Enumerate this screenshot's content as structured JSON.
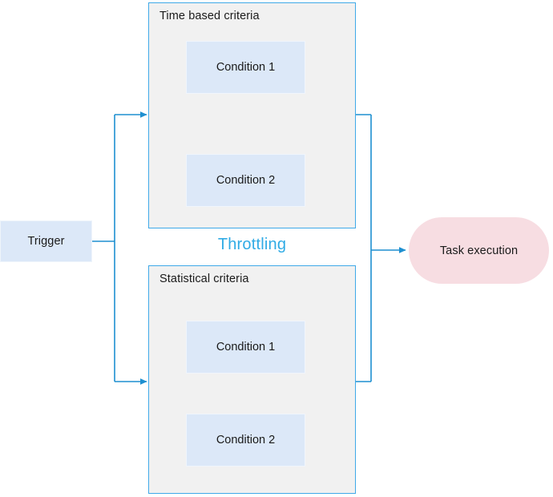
{
  "diagram": {
    "title_label": "Throttling",
    "title_color": "#30abe5",
    "nodes": {
      "trigger": {
        "label": "Trigger",
        "fill": "#dce8f8",
        "shape": "rectangle"
      },
      "task_execution": {
        "label": "Task execution",
        "fill": "#f7dde2",
        "shape": "rounded-pill"
      }
    },
    "groups": [
      {
        "id": "time-based",
        "title": "Time based criteria",
        "fill": "#f1f1f1",
        "border": "#3fa9e8",
        "conditions": [
          {
            "label": "Condition 1",
            "fill": "#dce8f8"
          },
          {
            "label": "Condition 2",
            "fill": "#dce8f8"
          }
        ]
      },
      {
        "id": "statistical",
        "title": "Statistical criteria",
        "fill": "#f1f1f1",
        "border": "#3fa9e8",
        "conditions": [
          {
            "label": "Condition 1",
            "fill": "#dce8f8"
          },
          {
            "label": "Condition 2",
            "fill": "#dce8f8"
          }
        ]
      }
    ],
    "connector_color": "#1e8fd0",
    "connector_color_light": "#73bde8"
  }
}
